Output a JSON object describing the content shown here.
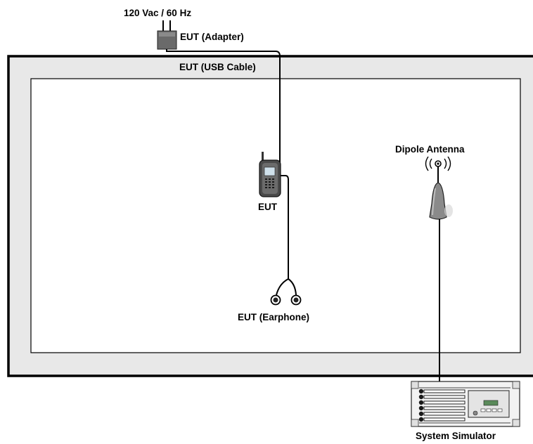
{
  "labels": {
    "power": "120 Vac / 60 Hz",
    "adapter": "EUT (Adapter)",
    "usb_cable": "EUT (USB Cable)",
    "eut": "EUT",
    "earphone": "EUT (Earphone)",
    "antenna": "Dipole Antenna",
    "simulator": "System Simulator"
  },
  "icons": {
    "adapter": "power-adapter-icon",
    "phone": "mobile-phone-icon",
    "earphone": "earphone-icon",
    "antenna": "dipole-antenna-icon",
    "simulator": "system-simulator-rack-icon"
  },
  "colors": {
    "chamber_wall": "#e8e8e8",
    "outline": "#000000",
    "background": "#ffffff"
  }
}
